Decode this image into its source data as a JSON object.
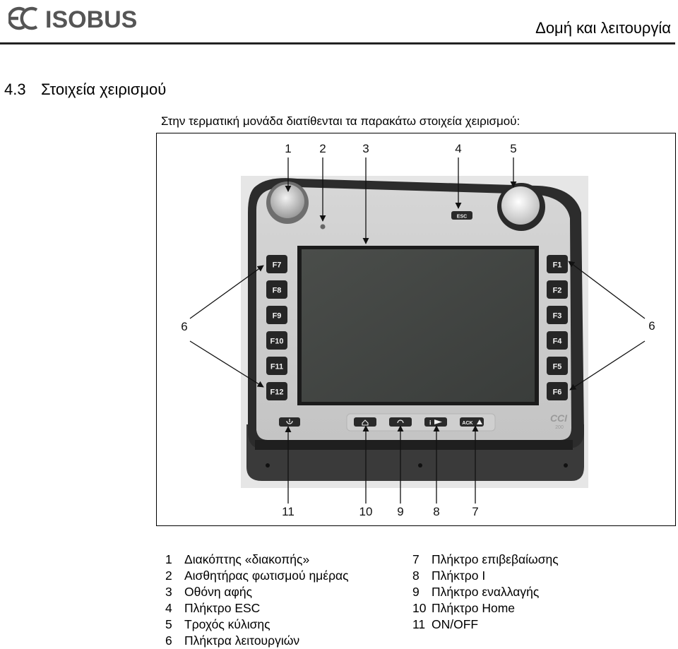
{
  "header": {
    "logo_text": "CCISOBUS",
    "title": "Δομή και λειτουργία"
  },
  "section": {
    "number": "4.3",
    "title": "Στοιχεία χειρισμού"
  },
  "intro": "Στην τερματική μονάδα διατίθενται τα παρακάτω στοιχεία χειρισμού:",
  "figure": {
    "callouts": {
      "c1": "1",
      "c2": "2",
      "c3": "3",
      "c4": "4",
      "c5": "5",
      "c6a": "6",
      "c6b": "6",
      "c7": "7",
      "c8": "8",
      "c9": "9",
      "c10": "10",
      "c11": "11"
    },
    "device": {
      "esc": "ESC",
      "left_keys": [
        "F7",
        "F8",
        "F9",
        "F10",
        "F11",
        "F12"
      ],
      "right_keys": [
        "F1",
        "F2",
        "F3",
        "F4",
        "F5",
        "F6"
      ],
      "ack": "ACK",
      "brand": "CCI",
      "model": "200"
    }
  },
  "legend": {
    "left": [
      {
        "num": "1",
        "text": "Διακόπτης «διακοπής»"
      },
      {
        "num": "2",
        "text": "Αισθητήρας φωτισμού ημέρας"
      },
      {
        "num": "3",
        "text": "Οθόνη αφής"
      },
      {
        "num": "4",
        "text": "Πλήκτρο ESC"
      },
      {
        "num": "5",
        "text": "Τροχός κύλισης"
      },
      {
        "num": "6",
        "text": "Πλήκτρα λειτουργιών"
      }
    ],
    "right": [
      {
        "num": "7",
        "text": "Πλήκτρο επιβεβαίωσης"
      },
      {
        "num": "8",
        "text": "Πλήκτρο I"
      },
      {
        "num": "9",
        "text": "Πλήκτρο εναλλαγής"
      },
      {
        "num": "10",
        "text": "Πλήκτρο Home"
      },
      {
        "num": "11",
        "text": "ON/OFF"
      }
    ]
  }
}
